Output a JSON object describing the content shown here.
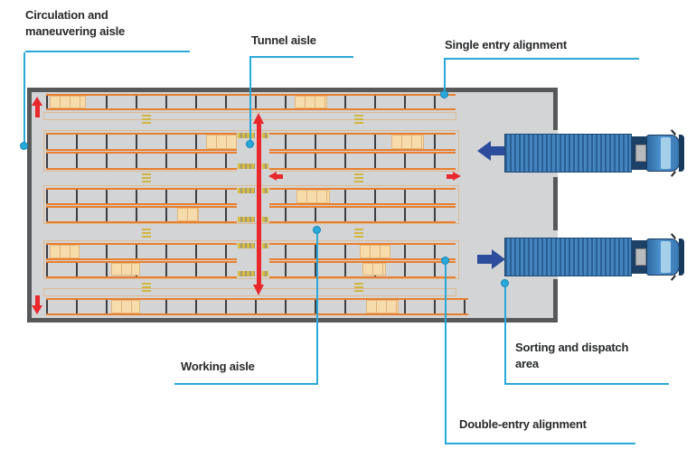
{
  "diagram": {
    "type": "warehouse-pallet-racking-layout-top-view",
    "callouts": {
      "circulation": "Circulation and maneuvering aisle",
      "tunnel": "Tunnel aisle",
      "single_entry": "Single entry alignment",
      "working": "Working aisle",
      "sorting": "Sorting and dispatch area",
      "double_entry": "Double-entry alignment"
    },
    "colors": {
      "floor": "#d3d4d6",
      "wall": "#57585a",
      "rack_border": "#e87f2e",
      "rack_outline": "#ddbb92",
      "pallet": "#f7dcab",
      "divider_dark": "#3e3f44",
      "crosswalk_yellow": "#d2b63e",
      "arrow_red": "#e8282c",
      "arrow_navy": "#2c4d9c",
      "truck_blue": "#4484bf",
      "callout_cyan": "#29a8da",
      "label_text": "#27292b"
    }
  }
}
